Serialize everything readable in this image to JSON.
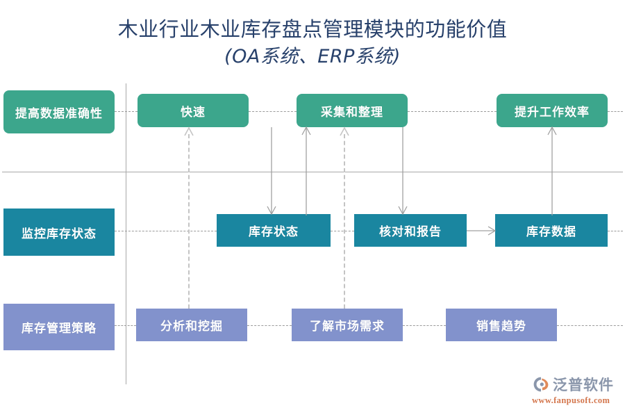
{
  "title": {
    "line1": "木业行业木业库存盘点管理模块的功能价值",
    "line2": "(OA系统、ERP系统)",
    "color": "#28416b"
  },
  "palette": {
    "green": "#3ca68c",
    "blue": "#1a86a0",
    "purple": "#8292cc",
    "rule": "#a8a8a8",
    "connector": "#a0a0a0",
    "dashed": "#c4c4c4",
    "background": "#ffffff"
  },
  "rows": [
    {
      "id": "row-benefits",
      "style": "green",
      "nodes": [
        {
          "id": "node-accuracy",
          "label": "提高数据准确性"
        },
        {
          "id": "node-fast",
          "label": "快速"
        },
        {
          "id": "node-collect",
          "label": "采集和整理"
        },
        {
          "id": "node-efficiency",
          "label": "提升工作效率"
        }
      ]
    },
    {
      "id": "row-monitor",
      "style": "blue",
      "nodes": [
        {
          "id": "node-monitor-status",
          "label": "监控库存状态"
        },
        {
          "id": "node-stock-status",
          "label": "库存状态"
        },
        {
          "id": "node-verify-report",
          "label": "核对和报告"
        },
        {
          "id": "node-stock-data",
          "label": "库存数据"
        }
      ]
    },
    {
      "id": "row-strategy",
      "style": "purple",
      "nodes": [
        {
          "id": "node-stock-strategy",
          "label": "库存管理策略"
        },
        {
          "id": "node-analysis",
          "label": "分析和挖掘"
        },
        {
          "id": "node-market-demand",
          "label": "了解市场需求"
        },
        {
          "id": "node-sales-trend",
          "label": "销售趋势"
        }
      ]
    }
  ],
  "logo": {
    "name": "泛普软件",
    "url": "www.fanpusoft.com",
    "name_color": "#8a96ab",
    "url_color": "#d4774e"
  }
}
